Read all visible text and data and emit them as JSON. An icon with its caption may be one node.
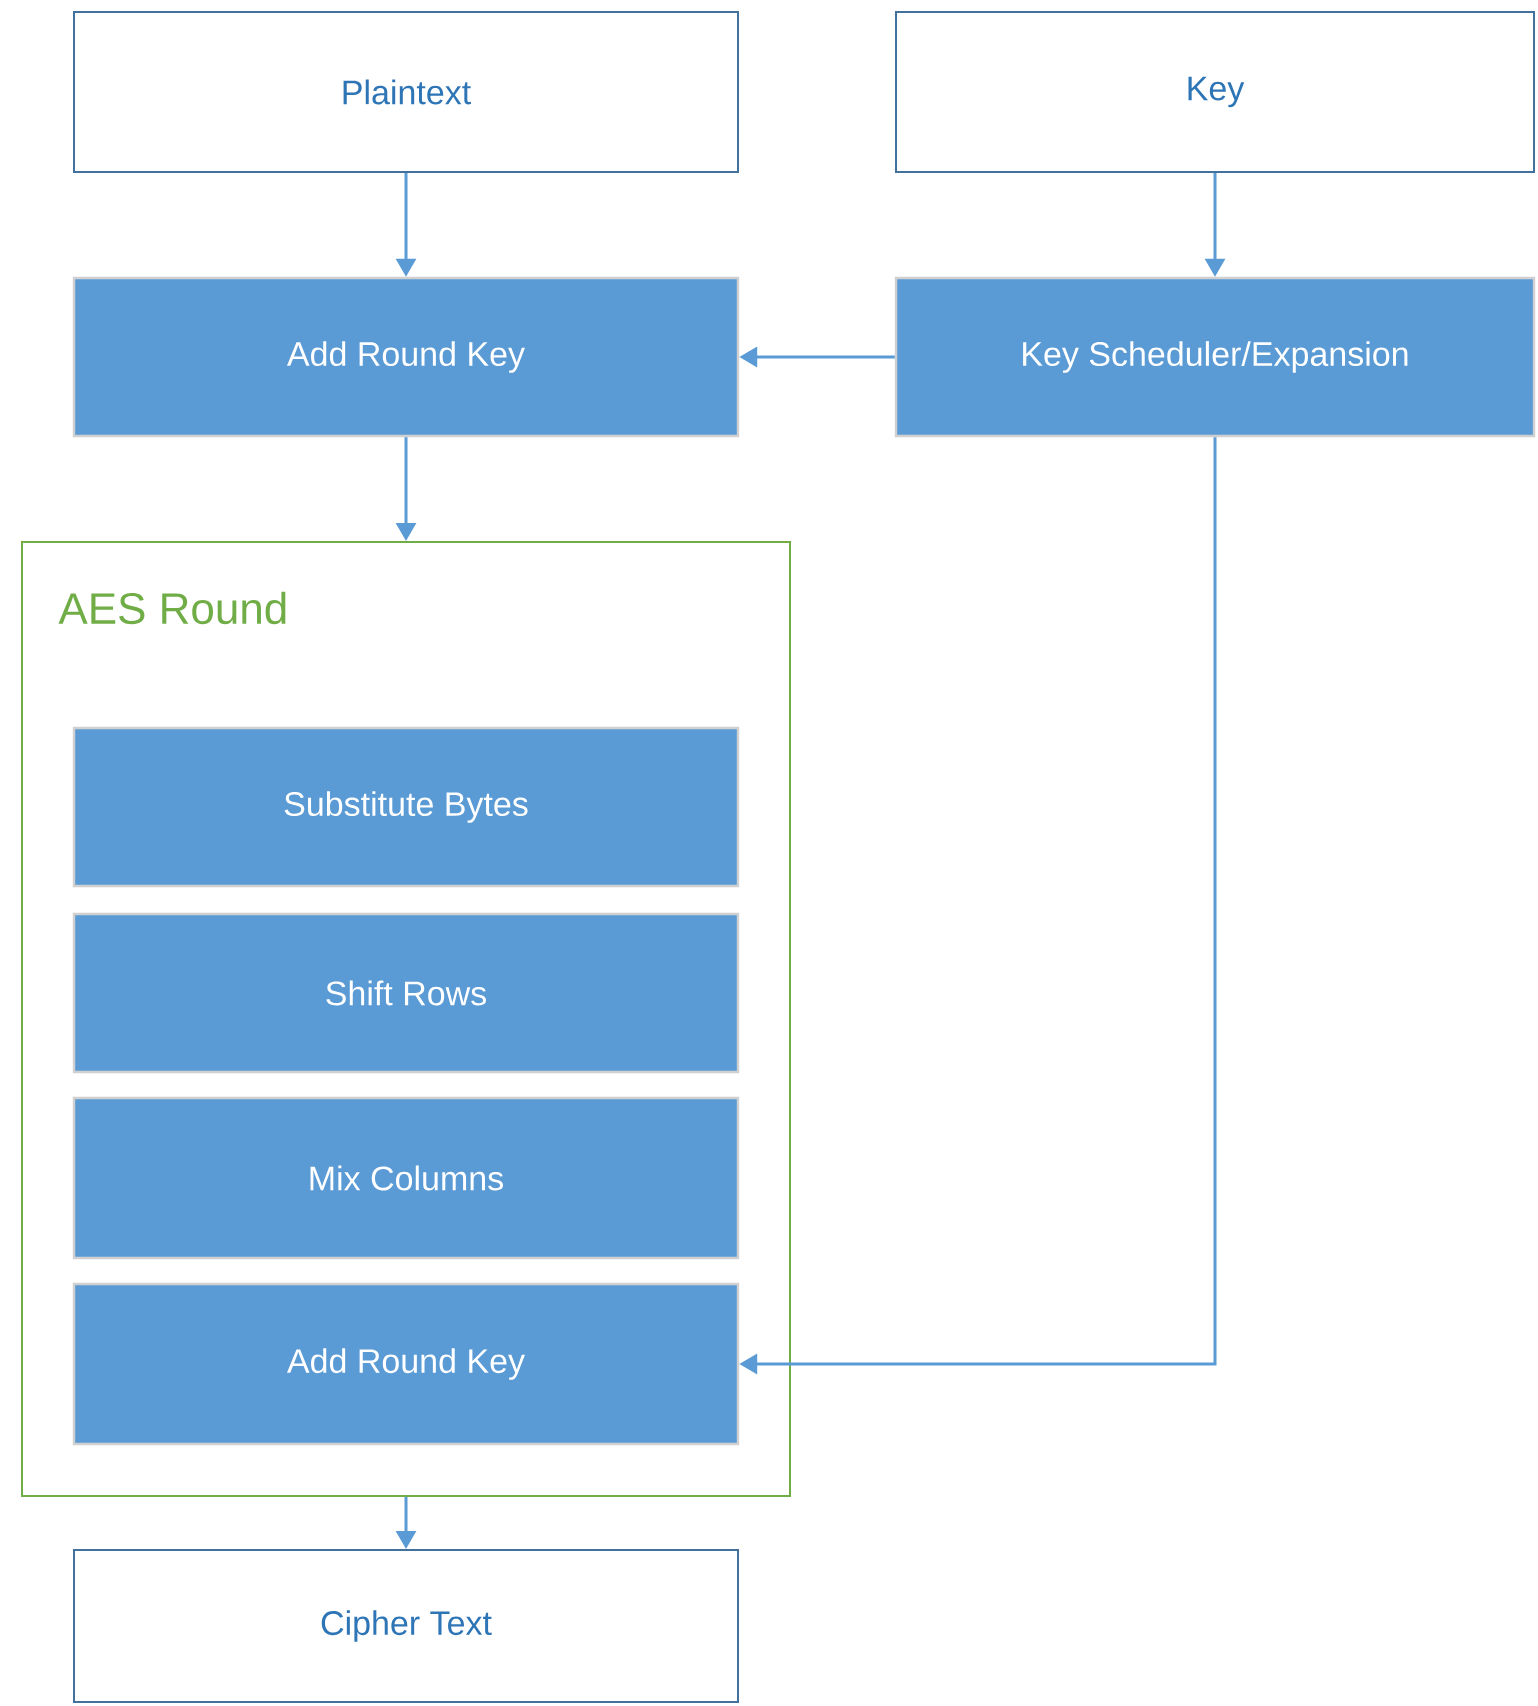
{
  "diagram": {
    "nodes": [
      {
        "text": [
          "Plaintext"
        ]
      },
      {
        "text": [
          "Key"
        ]
      },
      {
        "text": [
          "Add Round Key"
        ]
      },
      {
        "text": [
          "Key Scheduler/Expansion"
        ]
      },
      {
        "text": [
          "AES Round"
        ]
      },
      {
        "text": [
          "Substitute Bytes"
        ],
        "in": 4
      },
      {
        "text": [
          "Shift Rows"
        ],
        "in": 4
      },
      {
        "text": [
          "Mix Columns"
        ],
        "in": 4
      },
      {
        "text": [
          "Add Round Key"
        ],
        "in": 4
      },
      {
        "text": [
          "Cipher Text"
        ]
      }
    ],
    "edges": [
      {
        "from": 0,
        "to": 2,
        "arrow": "to"
      },
      {
        "from": 1,
        "to": 3,
        "arrow": "to"
      },
      {
        "from": 3,
        "to": 2,
        "arrow": "to"
      },
      {
        "from": 2,
        "to": 4,
        "arrow": "to"
      },
      {
        "from": 3,
        "to": 8,
        "arrow": "to"
      },
      {
        "from": 4,
        "to": 9,
        "arrow": "to"
      }
    ]
  }
}
